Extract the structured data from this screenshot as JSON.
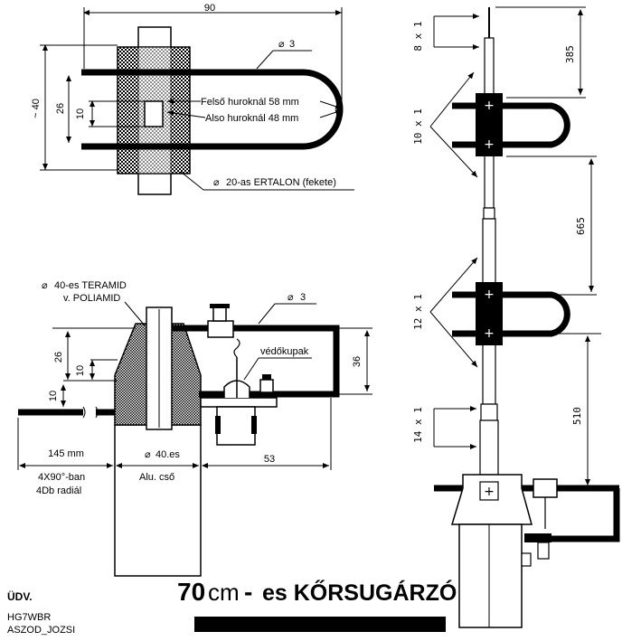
{
  "top_view": {
    "dim_width": "90",
    "dim_height": "~ 40",
    "dim_26": "26",
    "dim_10": "10",
    "wire_dia": "3",
    "loop_upper": "Felső huroknál  58 mm",
    "loop_lower": "Also huroknál   48 mm",
    "block_label": "20-as ERTALON (fekete)"
  },
  "side_view": {
    "teramid_1": "40-es TERAMID",
    "teramid_2": "v. POLIAMID",
    "wire_dia": "3",
    "cap_label": "védőkupak",
    "dim_26": "26",
    "dim_10a": "10",
    "dim_10b": "10",
    "dim_36": "36",
    "dim_145": "145 mm",
    "dim_53": "53",
    "radial_1": "4X90°-ban",
    "radial_2": "4Db radiál",
    "tube_1": "40.es",
    "tube_2": "Alu. cső"
  },
  "antenna": {
    "lbl_8x1": "8 x 1",
    "lbl_10x1": "10 x 1",
    "lbl_12x1": "12 x 1",
    "lbl_14x1": "14 x 1",
    "dim_385": "385",
    "dim_665": "665",
    "dim_510": "510"
  },
  "title": {
    "num": "70",
    "cm": "cm",
    "dash": "-",
    "rest": "es KŐRSUGÁRZÓ"
  },
  "signature": {
    "line1": "ÜDV.",
    "line2": "HG7WBR",
    "line3": "ASZOD_JOZSI"
  },
  "colors": {
    "ink": "#000000",
    "paper": "#ffffff"
  }
}
